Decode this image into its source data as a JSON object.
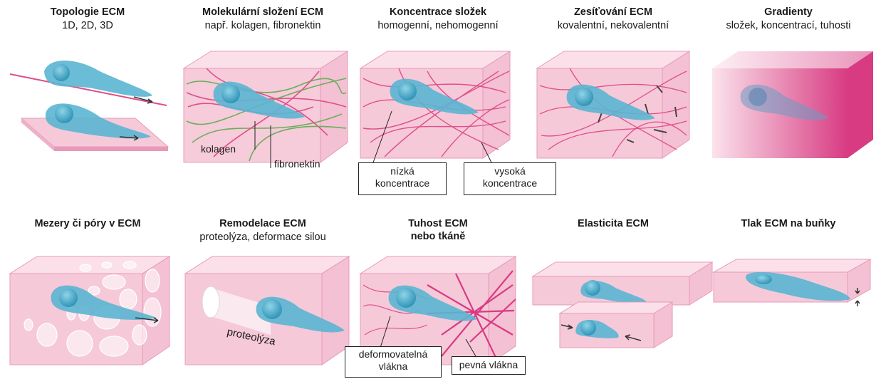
{
  "panels": [
    {
      "title": "Topologie ECM",
      "subtitle": "1D, 2D, 3D"
    },
    {
      "title": "Molekulární složení ECM",
      "subtitle": "např. kolagen, fibronektin"
    },
    {
      "title": "Koncentrace složek",
      "subtitle": "homogenní, nehomogenní"
    },
    {
      "title": "Zesíťování ECM",
      "subtitle": "kovalentní, nekovalentní"
    },
    {
      "title": "Gradienty",
      "subtitle": "složek, koncentrací, tuhosti"
    },
    {
      "title": "Mezery či póry v ECM",
      "subtitle": ""
    },
    {
      "title": "Remodelace ECM",
      "subtitle": "proteolýza, deformace silou"
    },
    {
      "title": "Tuhost ECM",
      "subtitle": "nebo tkáně"
    },
    {
      "title": "Elasticita ECM",
      "subtitle": ""
    },
    {
      "title": "Tlak ECM na buňky",
      "subtitle": ""
    }
  ],
  "labels": {
    "kolagen": "kolagen",
    "fibronektin": "fibronektin",
    "nizka": "nízká",
    "nizka2": "koncentrace",
    "vysoka": "vysoká",
    "vysoka2": "koncentrace",
    "proteolyza": "proteolýza",
    "deform": "deformovatelná",
    "deform2": "vlákna",
    "pevna": "pevná vlákna"
  },
  "colors": {
    "matrix": "#f6c9d9",
    "matrix_edge": "#e79ab8",
    "cell": "#5bb5d1",
    "nucleus": "#2a8fb3",
    "collagen": "#e04f8a",
    "fibronectin": "#6aae5a",
    "gradient_end": "#d83b82"
  }
}
